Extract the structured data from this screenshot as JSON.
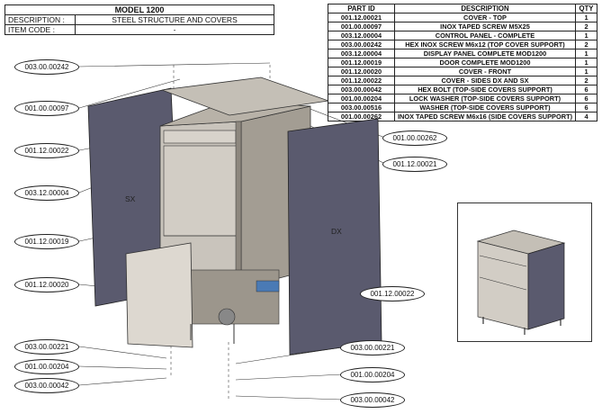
{
  "header": {
    "model": "MODEL 1200",
    "description_label": "DESCRIPTION :",
    "description_value": "STEEL STRUCTURE AND COVERS",
    "item_code_label": "ITEM CODE :",
    "item_code_value": "-"
  },
  "parts_table": {
    "columns": [
      "PART ID",
      "DESCRIPTION",
      "QTY"
    ],
    "rows": [
      {
        "id": "001.12.00021",
        "desc": "COVER - TOP",
        "qty": "1"
      },
      {
        "id": "001.00.00097",
        "desc": "INOX TAPED SCREW M5X25",
        "qty": "2"
      },
      {
        "id": "003.12.00004",
        "desc": "CONTROL PANEL - COMPLETE",
        "qty": "1"
      },
      {
        "id": "003.00.00242",
        "desc": "HEX INOX SCREW M6x12 (TOP COVER SUPPORT)",
        "qty": "2"
      },
      {
        "id": "003.12.00004",
        "desc": "DISPLAY PANEL COMPLETE MOD1200",
        "qty": "1"
      },
      {
        "id": "001.12.00019",
        "desc": "DOOR COMPLETE MOD1200",
        "qty": "1"
      },
      {
        "id": "001.12.00020",
        "desc": "COVER - FRONT",
        "qty": "1"
      },
      {
        "id": "001.12.00022",
        "desc": "COVER  - SIDES DX AND SX",
        "qty": "2"
      },
      {
        "id": "003.00.00042",
        "desc": "HEX BOLT (TOP-SIDE COVERS SUPPORT)",
        "qty": "6"
      },
      {
        "id": "001.00.00204",
        "desc": "LOCK WASHER (TOP-SIDE COVERS SUPPORT)",
        "qty": "6"
      },
      {
        "id": "003.00.00516",
        "desc": "WASHER (TOP-SIDE COVERS SUPPORT)",
        "qty": "6"
      },
      {
        "id": "001.00.00262",
        "desc": "INOX TAPED SCREW M6x16 (SIDE COVERS SUPPORT)",
        "qty": "4"
      }
    ]
  },
  "drawing": {
    "side_left_label": "SX",
    "side_right_label": "DX",
    "callouts": {
      "c_00242": "003.00.00242",
      "c_00097": "001.00.00097",
      "c_00022_left": "001.12.00022",
      "c_00004": "003.12.00004",
      "c_00019": "001.12.00019",
      "c_00020": "001.12.00020",
      "c_00221_left": "003.00.00221",
      "c_00204_left": "001.00.00204",
      "c_00042_left": "003.00.00042",
      "c_00262": "001.00.00262",
      "c_00021": "001.12.00021",
      "c_00022_right": "001.12.00022",
      "c_00221_right": "003.00.00221",
      "c_00204_right": "001.00.00204",
      "c_00042_right": "003.00.00042"
    }
  },
  "colors": {
    "panel": "#5a5a6e",
    "steel": "#c9c4bc",
    "steel_dark": "#a39d93",
    "line": "#333333"
  }
}
